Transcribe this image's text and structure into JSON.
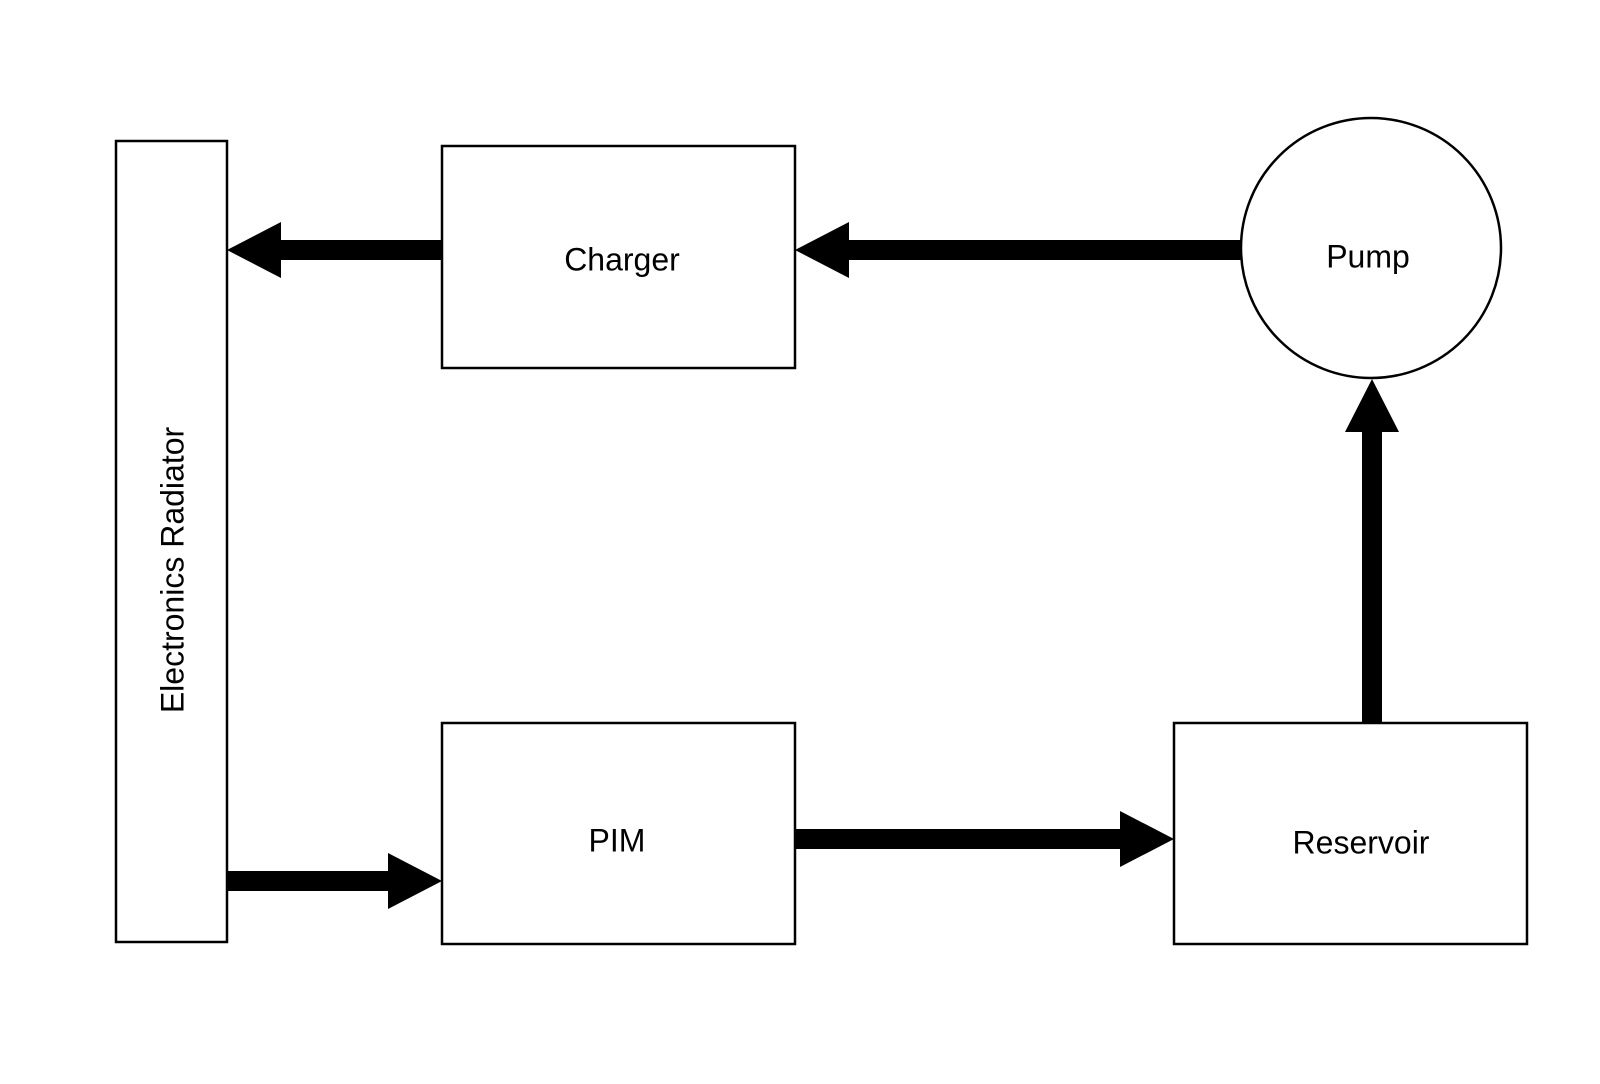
{
  "diagram": {
    "nodes": {
      "radiator": {
        "label": "Electronics Radiator"
      },
      "charger": {
        "label": "Charger"
      },
      "pump": {
        "label": "Pump"
      },
      "pim": {
        "label": "PIM"
      },
      "reservoir": {
        "label": "Reservoir"
      }
    },
    "flows": [
      {
        "from": "pump",
        "to": "charger"
      },
      {
        "from": "charger",
        "to": "radiator"
      },
      {
        "from": "radiator",
        "to": "pim"
      },
      {
        "from": "pim",
        "to": "reservoir"
      },
      {
        "from": "reservoir",
        "to": "pump"
      }
    ],
    "colors": {
      "line": "#000000",
      "background": "#ffffff"
    }
  }
}
